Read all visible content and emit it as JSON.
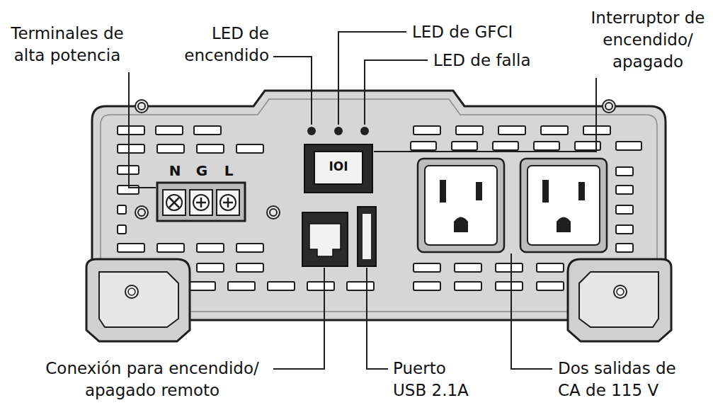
{
  "diagram": {
    "labels": [
      "Terminales de alta potencia",
      "LED de encendido",
      "LED de GFCI",
      "LED de falla",
      "Interruptor de encendido/ apagado",
      "N",
      "G",
      "L",
      "IOI",
      "Conexión para encendido/ apagado remoto",
      "Puerto USB 2.1A",
      "Dos salidas de CA de 115 V"
    ]
  }
}
